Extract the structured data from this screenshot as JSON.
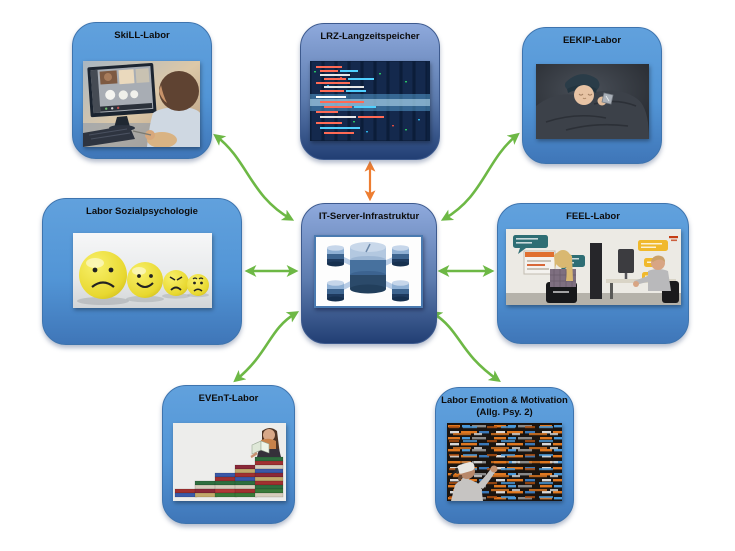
{
  "diagram": {
    "type": "hub-and-spoke",
    "background": "#FFFFFF",
    "nodes": {
      "center": {
        "label": "IT-Server-Infrastruktur",
        "image": "database-network-illustration"
      },
      "skill": {
        "label": "SkiLL-Labor",
        "image": "child-at-video-call-monitor-photo"
      },
      "lrz": {
        "label": "LRZ-Langzeitspeicher",
        "image": "server-room-with-code-overlay-photo"
      },
      "eekip": {
        "label": "EEKIP-Labor",
        "image": "sleeping-baby-photo"
      },
      "sozial": {
        "label": "Labor Sozialpsychologie",
        "image": "yellow-emoticon-balls-photo"
      },
      "feel": {
        "label": "FEEL-Labor",
        "image": "two-person-lab-workstations-photo"
      },
      "event": {
        "label": "EVEnT-Labor",
        "image": "girl-reading-on-book-stairs-photo"
      },
      "emotion": {
        "label": "Labor Emotion & Motivation (Allg. Psy. 2)",
        "image": "vr-headset-with-code-background-photo"
      }
    },
    "connections": [
      {
        "from": "SkiLL-Labor",
        "to": "IT-Server-Infrastruktur",
        "style": "curved",
        "color": "green",
        "bidirectional": true
      },
      {
        "from": "LRZ-Langzeitspeicher",
        "to": "IT-Server-Infrastruktur",
        "style": "straight",
        "color": "orange",
        "bidirectional": true
      },
      {
        "from": "EEKIP-Labor",
        "to": "IT-Server-Infrastruktur",
        "style": "curved",
        "color": "green",
        "bidirectional": true
      },
      {
        "from": "Labor Sozialpsychologie",
        "to": "IT-Server-Infrastruktur",
        "style": "straight",
        "color": "green",
        "bidirectional": true
      },
      {
        "from": "FEEL-Labor",
        "to": "IT-Server-Infrastruktur",
        "style": "straight",
        "color": "green",
        "bidirectional": true
      },
      {
        "from": "EVEnT-Labor",
        "to": "IT-Server-Infrastruktur",
        "style": "curved",
        "color": "green",
        "bidirectional": true
      },
      {
        "from": "Labor Emotion & Motivation (Allg. Psy. 2)",
        "to": "IT-Server-Infrastruktur",
        "style": "curved",
        "color": "green",
        "bidirectional": true
      }
    ],
    "colors": {
      "outer_node_top": "#61A1DD",
      "outer_node_bottom": "#3F76B8",
      "column_node_top": "#8EA9DC",
      "column_node_bottom": "#223F74",
      "arrow_green": "#6DB845",
      "arrow_orange": "#ED7D31",
      "title_text": "#0D0D0D"
    }
  }
}
